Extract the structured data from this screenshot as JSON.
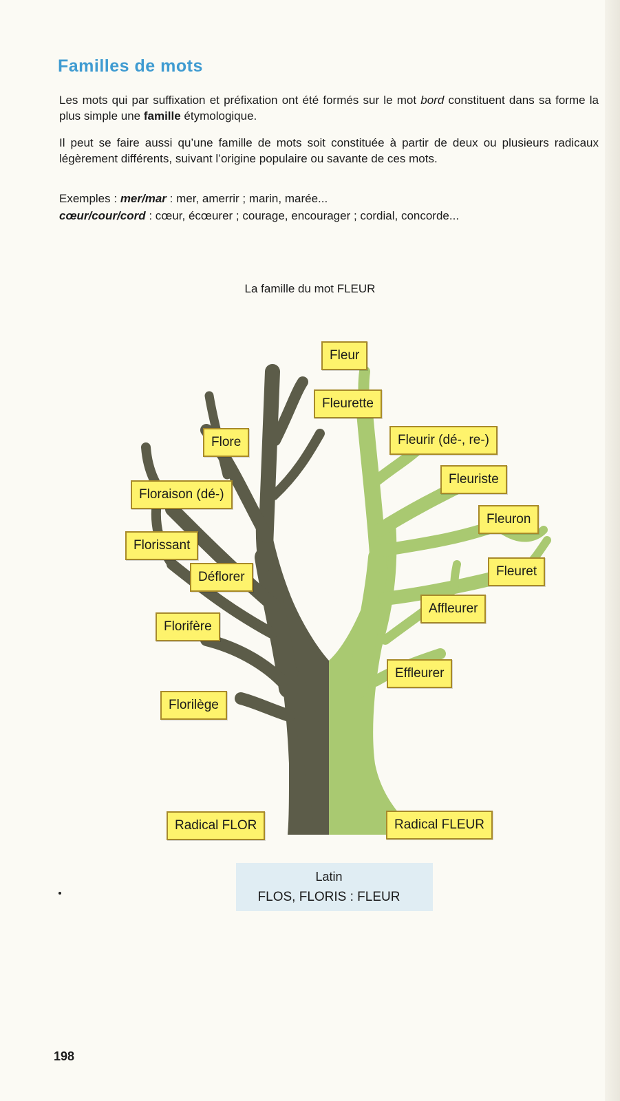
{
  "heading": "Familles de mots",
  "para1": {
    "part1": "Les mots qui par suffixation et préfixation ont été formés sur le mot ",
    "italic": "bord",
    "part2": " constituent dans sa forme la plus simple une ",
    "bold": "famille",
    "part3": " étymologique."
  },
  "para2": "Il peut se faire aussi qu’une famille de mots soit constituée à partir de deux ou plusieurs radicaux légèrement différents, suivant l’origine populaire ou savante de ces mots.",
  "examples": {
    "intro": "Exemples : ",
    "line1_key": "mer/mar",
    "line1_text": " : mer, amerrir ; marin, marée...",
    "line2_key": "cœur/cour/cord",
    "line2_text": " : cœur, écœurer ; courage, encourager ; cordial, concorde..."
  },
  "diagram": {
    "title": "La famille du mot FLEUR",
    "colors": {
      "dark_branch": "#5c5c49",
      "light_branch": "#a9c971",
      "label_fill": "#fef36c",
      "label_border": "#a88a2a"
    },
    "left_labels": [
      "Flore",
      "Floraison (dé-)",
      "Florissant",
      "Déflorer",
      "Florifère",
      "Florilège",
      "Radical FLOR"
    ],
    "right_labels": [
      "Fleur",
      "Fleurette",
      "Fleurir (dé-, re-)",
      "Fleuriste",
      "Fleuron",
      "Fleuret",
      "Affleurer",
      "Effleurer",
      "Radical FLEUR"
    ],
    "latin_line1": "Latin",
    "latin_line2": "FLOS, FLORIS : FLEUR"
  },
  "page_number": "198"
}
